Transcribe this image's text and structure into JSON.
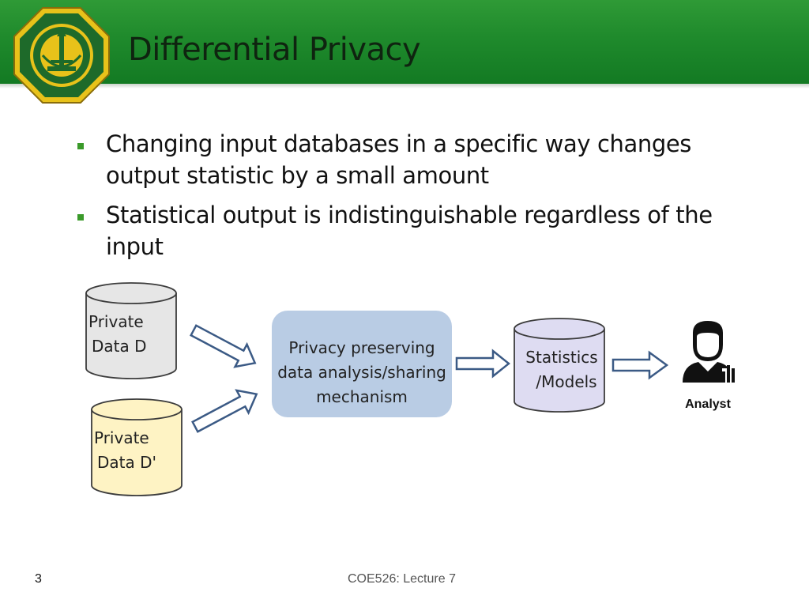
{
  "header": {
    "title": "Differential Privacy",
    "logo_icon": "university-seal-icon"
  },
  "bullets": [
    {
      "text": "Changing input databases in a specific way  changes output statistic by a small amount"
    },
    {
      "text": "Statistical output is indistinguishable regardless of the input"
    }
  ],
  "diagram": {
    "db_d": {
      "line1": "Private",
      "line2": "Data D",
      "fill": "#e6e6e6"
    },
    "db_d_prime": {
      "line1": "Private",
      "line2": "Data D'",
      "fill": "#fef3c4"
    },
    "mechanism": {
      "line1": "Privacy preserving",
      "line2": "data analysis/sharing",
      "line3": "mechanism",
      "fill": "#b9cce4"
    },
    "stats": {
      "line1": "Statistics",
      "line2": "/Models",
      "fill": "#dedcf2"
    },
    "analyst": {
      "label": "Analyst",
      "icon": "analyst-person-chart-icon"
    }
  },
  "footer": {
    "page_number": "3",
    "course": "COE526: Lecture 7"
  },
  "colors": {
    "title_bar": "#1f8a2c",
    "bullet_marker": "#3a9a2a",
    "arrow_stroke": "#3b5a85"
  }
}
